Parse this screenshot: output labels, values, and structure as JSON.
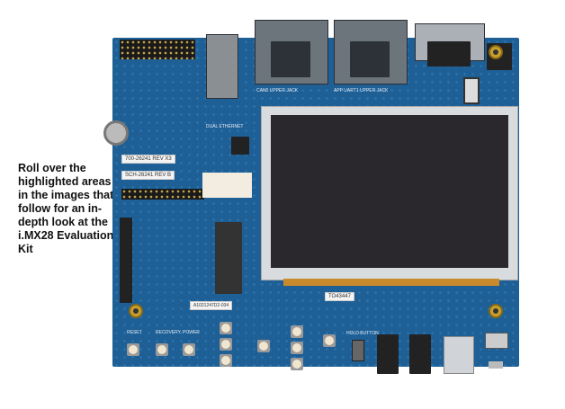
{
  "caption": "Roll over the highlighted areas in the images that follow for an in-depth look at the i.MX28 Evaluation Kit",
  "board": {
    "labels": {
      "rev": "700-26241 REV X3",
      "sch": "SCH-26241 REV B",
      "display_tag": "TO43447",
      "serial": "A1021247D2-034"
    },
    "silkscreen": {
      "reset": "RESET",
      "recovery": "RECOVERY",
      "power": "POWER",
      "hold": "HOLD BUTTON",
      "ethernet": "DUAL ETHERNET",
      "can0": "CAN0 UPPER JACK",
      "app_uart": "APP UART1 UPPER JACK"
    }
  }
}
